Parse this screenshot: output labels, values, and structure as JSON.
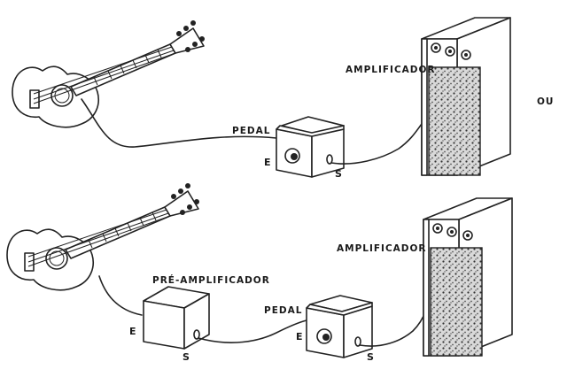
{
  "top": {
    "amp_label": "AMPLIFICADOR",
    "pedal_label": "PEDAL",
    "pedal_in": "E",
    "pedal_out": "S",
    "or_label": "OU"
  },
  "bottom": {
    "amp_label": "AMPLIFICADOR",
    "preamp_label": "PRÉ-AMPLIFICADOR",
    "preamp_in": "E",
    "preamp_out": "S",
    "pedal_label": "PEDAL",
    "pedal_in": "E",
    "pedal_out": "S"
  },
  "ink_color": "#222222"
}
